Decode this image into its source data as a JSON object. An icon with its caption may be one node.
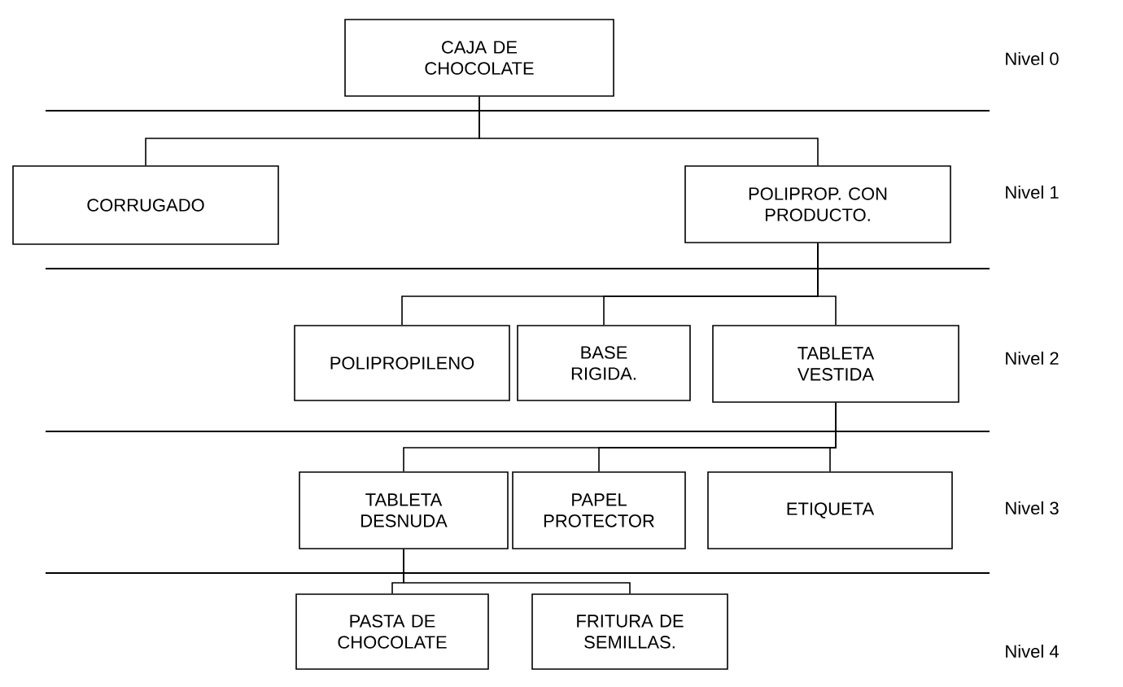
{
  "diagram": {
    "nodes": [
      {
        "text": [
          "CAJA DE CHOCOLATE"
        ]
      },
      {
        "text": [
          "CORRUGADO"
        ]
      },
      {
        "text": [
          "POLIPROP. CON PRODUCTO."
        ]
      },
      {
        "text": [
          "POLIPROPILENO"
        ]
      },
      {
        "text": [
          "BASE RIGIDA."
        ]
      },
      {
        "text": [
          "TABLETA VESTIDA"
        ]
      },
      {
        "text": [
          "TABLETA DESNUDA"
        ]
      },
      {
        "text": [
          "PAPEL PROTECTOR"
        ]
      },
      {
        "text": [
          "ETIQUETA"
        ]
      },
      {
        "text": [
          "PASTA DE CHOCOLATE"
        ]
      },
      {
        "text": [
          "FRITURA DE SEMILLAS."
        ]
      }
    ],
    "edges": [
      {
        "from": 0,
        "to": 1,
        "arrow": "none"
      },
      {
        "from": 0,
        "to": 2,
        "arrow": "none"
      },
      {
        "from": 2,
        "to": 3,
        "arrow": "none"
      },
      {
        "from": 2,
        "to": 4,
        "arrow": "none"
      },
      {
        "from": 2,
        "to": 5,
        "arrow": "none"
      },
      {
        "from": 5,
        "to": 6,
        "arrow": "none"
      },
      {
        "from": 5,
        "to": 7,
        "arrow": "none"
      },
      {
        "from": 5,
        "to": 8,
        "arrow": "none"
      },
      {
        "from": 6,
        "to": 9,
        "arrow": "none"
      },
      {
        "from": 6,
        "to": 10,
        "arrow": "none"
      }
    ],
    "labels": [
      "Nivel 0",
      "Nivel 1",
      "Nivel 2",
      "Nivel 3",
      "Nivel 4"
    ]
  }
}
